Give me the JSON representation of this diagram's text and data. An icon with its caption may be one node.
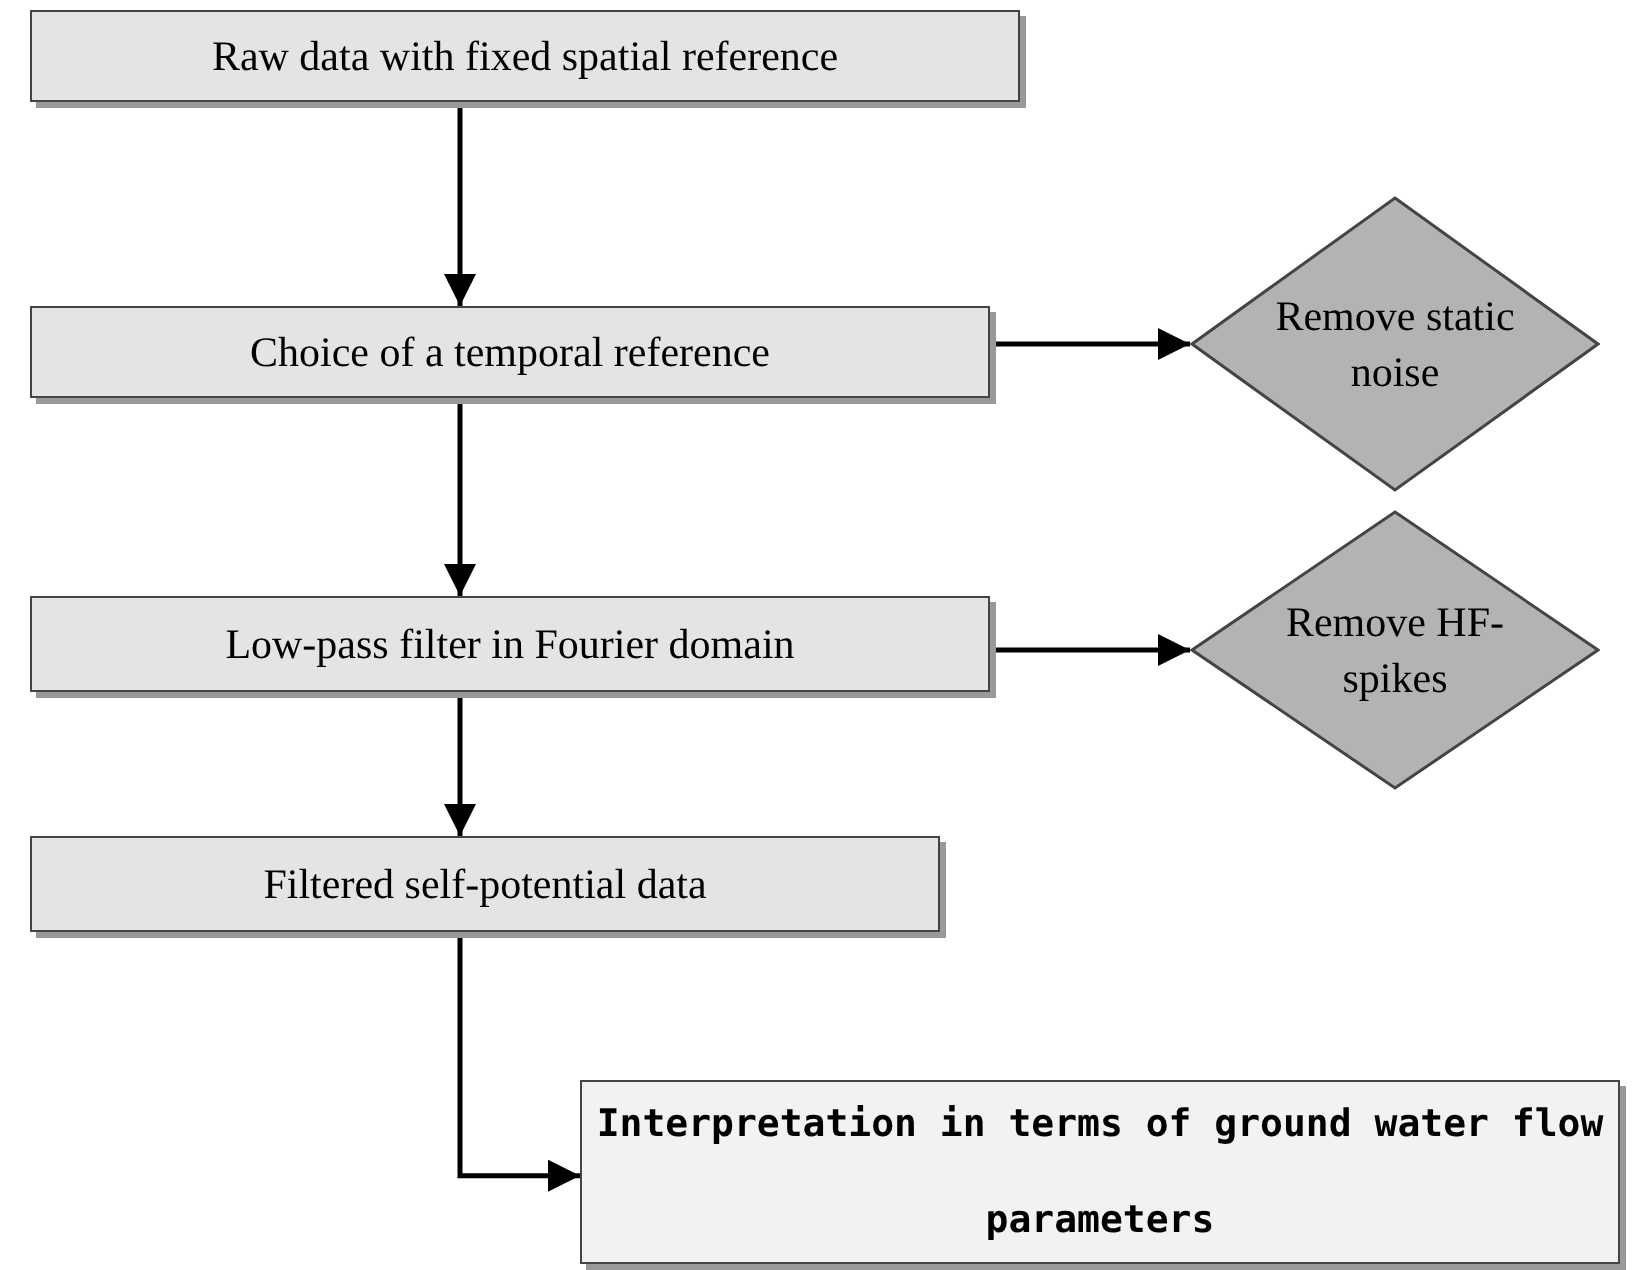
{
  "diagram": {
    "nodes": [
      {
        "text": [
          "Raw data with fixed spatial reference"
        ]
      },
      {
        "text": [
          "Choice of a temporal reference"
        ]
      },
      {
        "text": [
          "Remove static noise"
        ]
      },
      {
        "text": [
          "Low-pass filter in Fourier domain"
        ]
      },
      {
        "text": [
          "Remove HF-spikes"
        ]
      },
      {
        "text": [
          "Filtered self-potential data"
        ]
      },
      {
        "text": [
          "Interpretation in terms of ground water flow parameters"
        ]
      }
    ],
    "edges": [
      {
        "from": 0,
        "to": 1,
        "arrow": "to"
      },
      {
        "from": 1,
        "to": 2,
        "arrow": "to"
      },
      {
        "from": 1,
        "to": 3,
        "arrow": "to"
      },
      {
        "from": 3,
        "to": 4,
        "arrow": "to"
      },
      {
        "from": 3,
        "to": 5,
        "arrow": "to"
      },
      {
        "from": 5,
        "to": 6,
        "arrow": "to"
      }
    ]
  }
}
